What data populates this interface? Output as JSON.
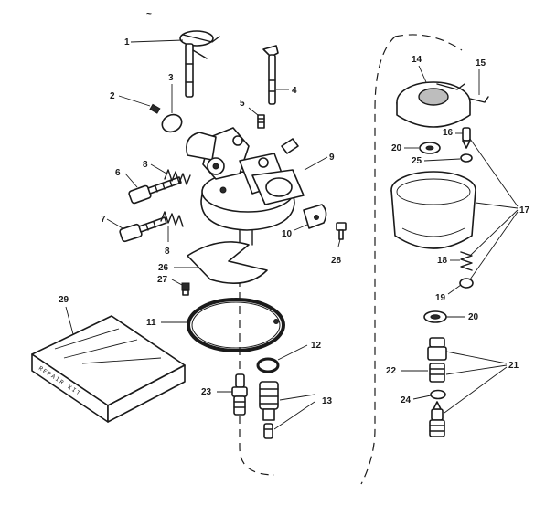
{
  "diagram": {
    "top_mark": "~",
    "labels": {
      "p1": "1",
      "p2": "2",
      "p3": "3",
      "p4": "4",
      "p5": "5",
      "p6": "6",
      "p7": "7",
      "p8a": "8",
      "p8b": "8",
      "p9": "9",
      "p10": "10",
      "p11": "11",
      "p12": "12",
      "p13": "13",
      "p14": "14",
      "p15": "15",
      "p16": "16",
      "p17": "17",
      "p18": "18",
      "p19": "19",
      "p20a": "20",
      "p20b": "20",
      "p21": "21",
      "p22": "22",
      "p23": "23",
      "p24": "24",
      "p25": "25",
      "p26": "26",
      "p27": "27",
      "p28": "28",
      "p29": "29"
    },
    "kit_box_text": "REPAIR KIT"
  }
}
